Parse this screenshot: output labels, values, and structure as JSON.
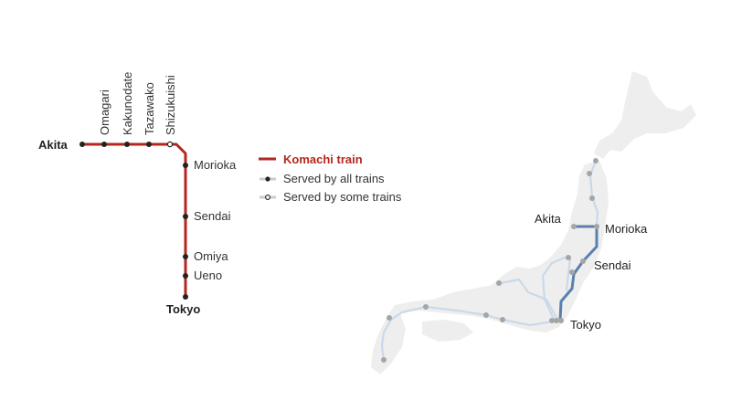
{
  "colors": {
    "route": "#b5261e",
    "station_dot": "#222222",
    "land": "#eeeeee",
    "map_line": "#c9d9ea",
    "map_route": "#5b7fae",
    "map_station": "#a5a5a5"
  },
  "schematic": {
    "terminal_west": "Akita",
    "terminal_south": "Tokyo",
    "vertical_stations": [
      "Omagari",
      "Kakunodate",
      "Tazawako",
      "Shizukuishi"
    ],
    "side_stations": [
      "Morioka",
      "Sendai",
      "Omiya",
      "Ueno"
    ]
  },
  "legend": {
    "title": "Komachi train",
    "all_trains": "Served by all trains",
    "some_trains": "Served by some trains"
  },
  "map": {
    "labels": {
      "akita": "Akita",
      "morioka": "Morioka",
      "sendai": "Sendai",
      "tokyo": "Tokyo"
    }
  }
}
